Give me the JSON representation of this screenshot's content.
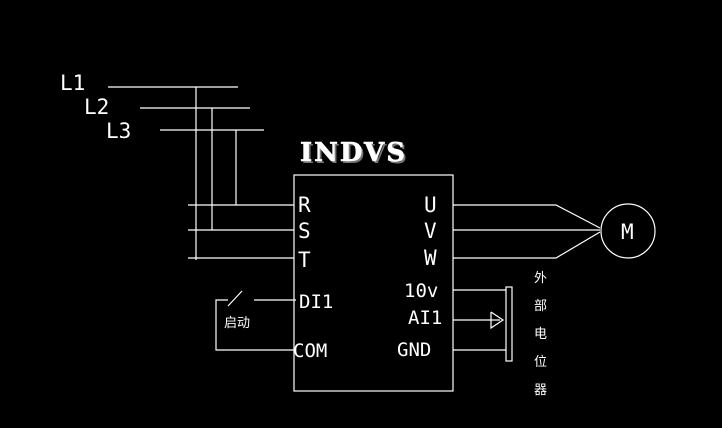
{
  "brand": "INDVS",
  "supply": {
    "phases": [
      "L1",
      "L2",
      "L3"
    ]
  },
  "inputs": {
    "r": "R",
    "s": "S",
    "t": "T",
    "di1": "DI1",
    "com": "COM"
  },
  "outputs": {
    "u": "U",
    "v": "V",
    "w": "W",
    "ref10v": "10v",
    "ai1": "AI1",
    "gnd": "GND"
  },
  "motor": "M",
  "start_switch": "启动",
  "potentiometer": [
    "外",
    "部",
    "电",
    "位",
    "器"
  ],
  "colors": {
    "background": "#000000",
    "line": "#ffffff"
  }
}
